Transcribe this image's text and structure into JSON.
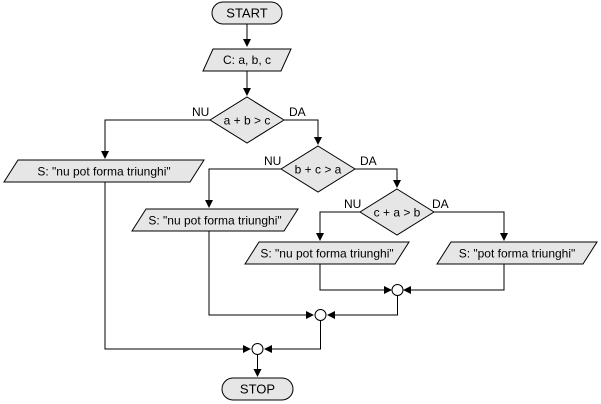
{
  "terminals": {
    "start": "START",
    "stop": "STOP"
  },
  "input": "C: a, b, c",
  "decisions": [
    {
      "condition": "a + b > c",
      "no_label": "NU",
      "yes_label": "DA"
    },
    {
      "condition": "b + c > a",
      "no_label": "NU",
      "yes_label": "DA"
    },
    {
      "condition": "c + a > b",
      "no_label": "NU",
      "yes_label": "DA"
    }
  ],
  "outputs": [
    "S: \"nu pot forma triunghi\"",
    "S: \"nu pot forma triunghi\"",
    "S: \"nu pot forma triunghi\"",
    "S: \"pot forma triunghi\""
  ],
  "colors": {
    "shape_fill": "#e6e6e6",
    "stroke": "#000000",
    "background": "#ffffff"
  }
}
